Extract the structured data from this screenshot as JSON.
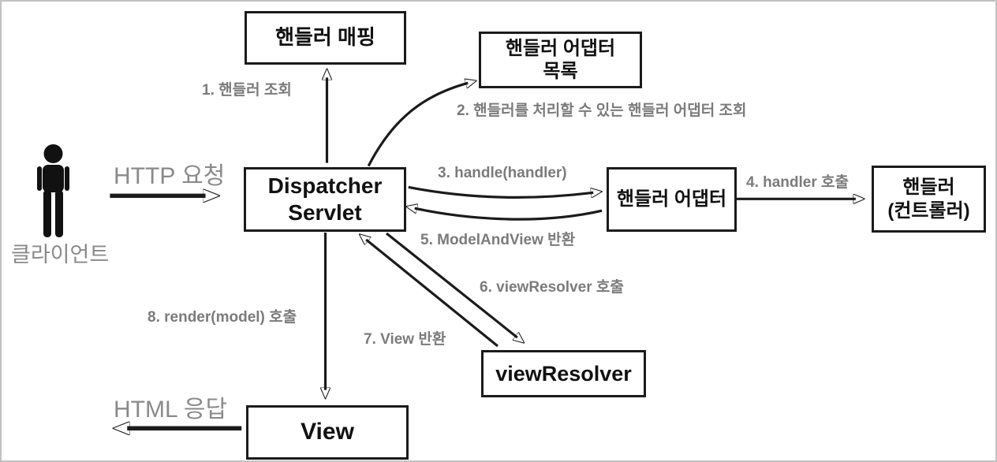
{
  "actor": {
    "label": "클라이언트"
  },
  "nodes": {
    "handler_mapping": {
      "label": "핸들러 매핑"
    },
    "handler_adapter_list": {
      "label": "핸들러 어댑터\n목록"
    },
    "dispatcher_servlet": {
      "label": "Dispatcher\nServlet"
    },
    "handler_adapter": {
      "label": "핸들러 어댑터"
    },
    "handler_controller": {
      "label": "핸들러\n(컨트롤러)"
    },
    "view_resolver": {
      "label": "viewResolver"
    },
    "view": {
      "label": "View"
    }
  },
  "edges": {
    "http_request": "HTTP 요청",
    "step1": "1. 핸들러 조회",
    "step2": "2. 핸들러를 처리할 수 있는 핸들러 어댑터 조회",
    "step3": "3. handle(handler)",
    "step4": "4. handler 호출",
    "step5": "5. ModelAndView 반환",
    "step6": "6. viewResolver 호출",
    "step7": "7. View 반환",
    "step8": "8. render(model) 호출",
    "html_response": "HTML 응답"
  },
  "colors": {
    "ink": "#1b1b1b",
    "step_label_gray": "#7b7b7b",
    "io_label_gray": "#8a8a8a",
    "box_background": "#ffffff",
    "canvas_border": "#c2c2c2"
  }
}
